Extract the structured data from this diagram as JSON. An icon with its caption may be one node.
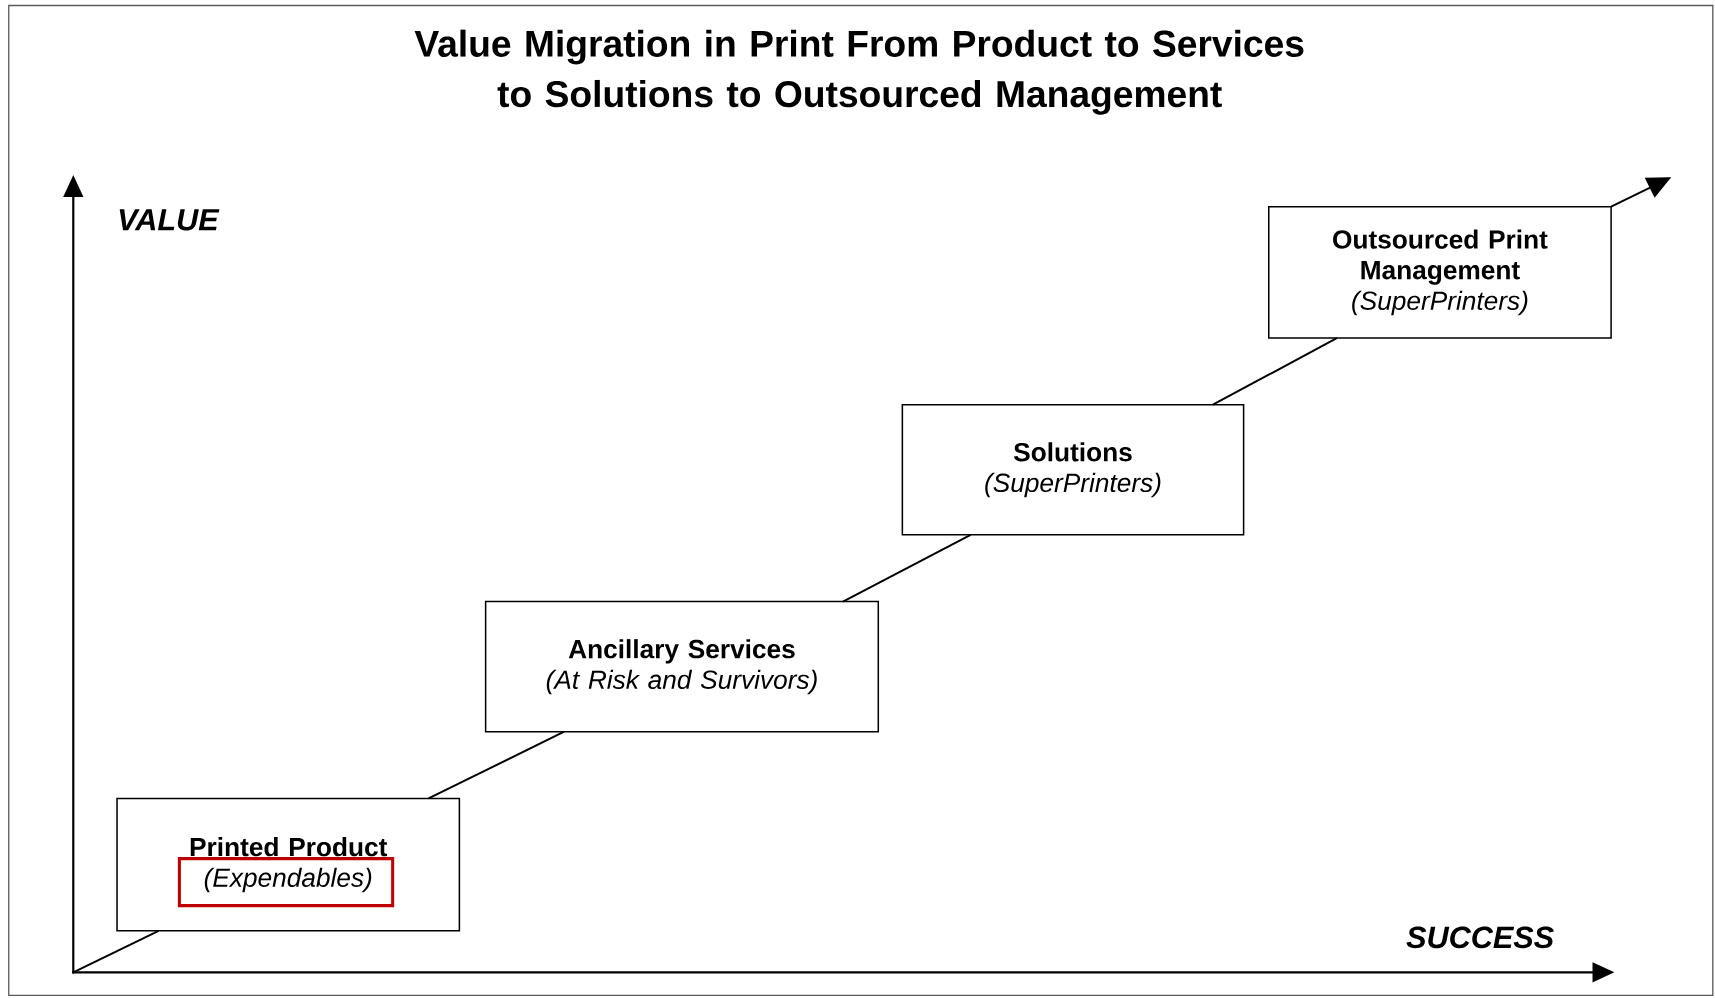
{
  "diagram": {
    "title": "Value Migration in Print From Product to Services to Solutions to Outsourced Management",
    "nodes": [
      {
        "text": [
          "Printed Product",
          "(Expendables)"
        ]
      },
      {
        "text": [
          "Ancillary Services",
          "(At Risk and Survivors)"
        ]
      },
      {
        "text": [
          "Solutions",
          "(SuperPrinters)"
        ]
      },
      {
        "text": [
          "Outsourced Print Management",
          "(SuperPrinters)"
        ]
      }
    ],
    "edges": [
      {
        "from": null,
        "to": 0,
        "arrow": "none"
      },
      {
        "from": 0,
        "to": 1,
        "arrow": "none"
      },
      {
        "from": 1,
        "to": 2,
        "arrow": "none"
      },
      {
        "from": 2,
        "to": 3,
        "arrow": "none"
      },
      {
        "from": 3,
        "to": null,
        "arrow": "to"
      }
    ],
    "labels": [
      "VALUE",
      "SUCCESS"
    ]
  }
}
